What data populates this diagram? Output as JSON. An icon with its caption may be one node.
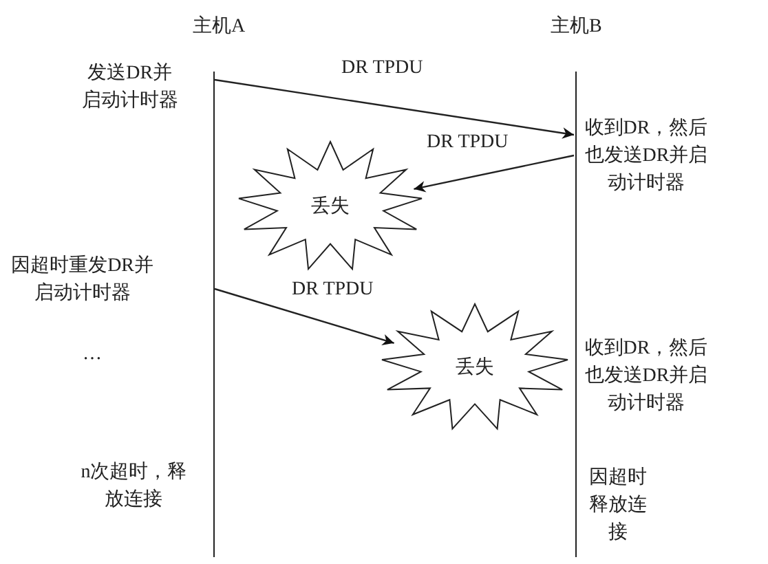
{
  "diagram": {
    "nodes": [
      {
        "text": [],
        "shape": "line"
      },
      {
        "text": [],
        "shape": "line"
      },
      {
        "text": [
          "丢失"
        ]
      },
      {
        "text": [
          "丢失"
        ]
      }
    ],
    "edges": [
      {
        "from": 0,
        "to": 1,
        "arrow": "to",
        "label": "DR TPDU"
      },
      {
        "from": 1,
        "to": 2,
        "arrow": "to",
        "label": "DR TPDU"
      },
      {
        "from": 0,
        "to": 3,
        "arrow": "to",
        "label": "DR TPDU"
      }
    ],
    "labels": [
      "主机A",
      "主机B",
      "发送DR并启动计时器",
      "收到DR，然后也发送DR并启动计时器",
      "因超时重发DR并启动计时器",
      "…",
      "收到DR，然后也发送DR并启动计时器",
      "n次超时，释放连接",
      "因超时释放连接"
    ]
  }
}
